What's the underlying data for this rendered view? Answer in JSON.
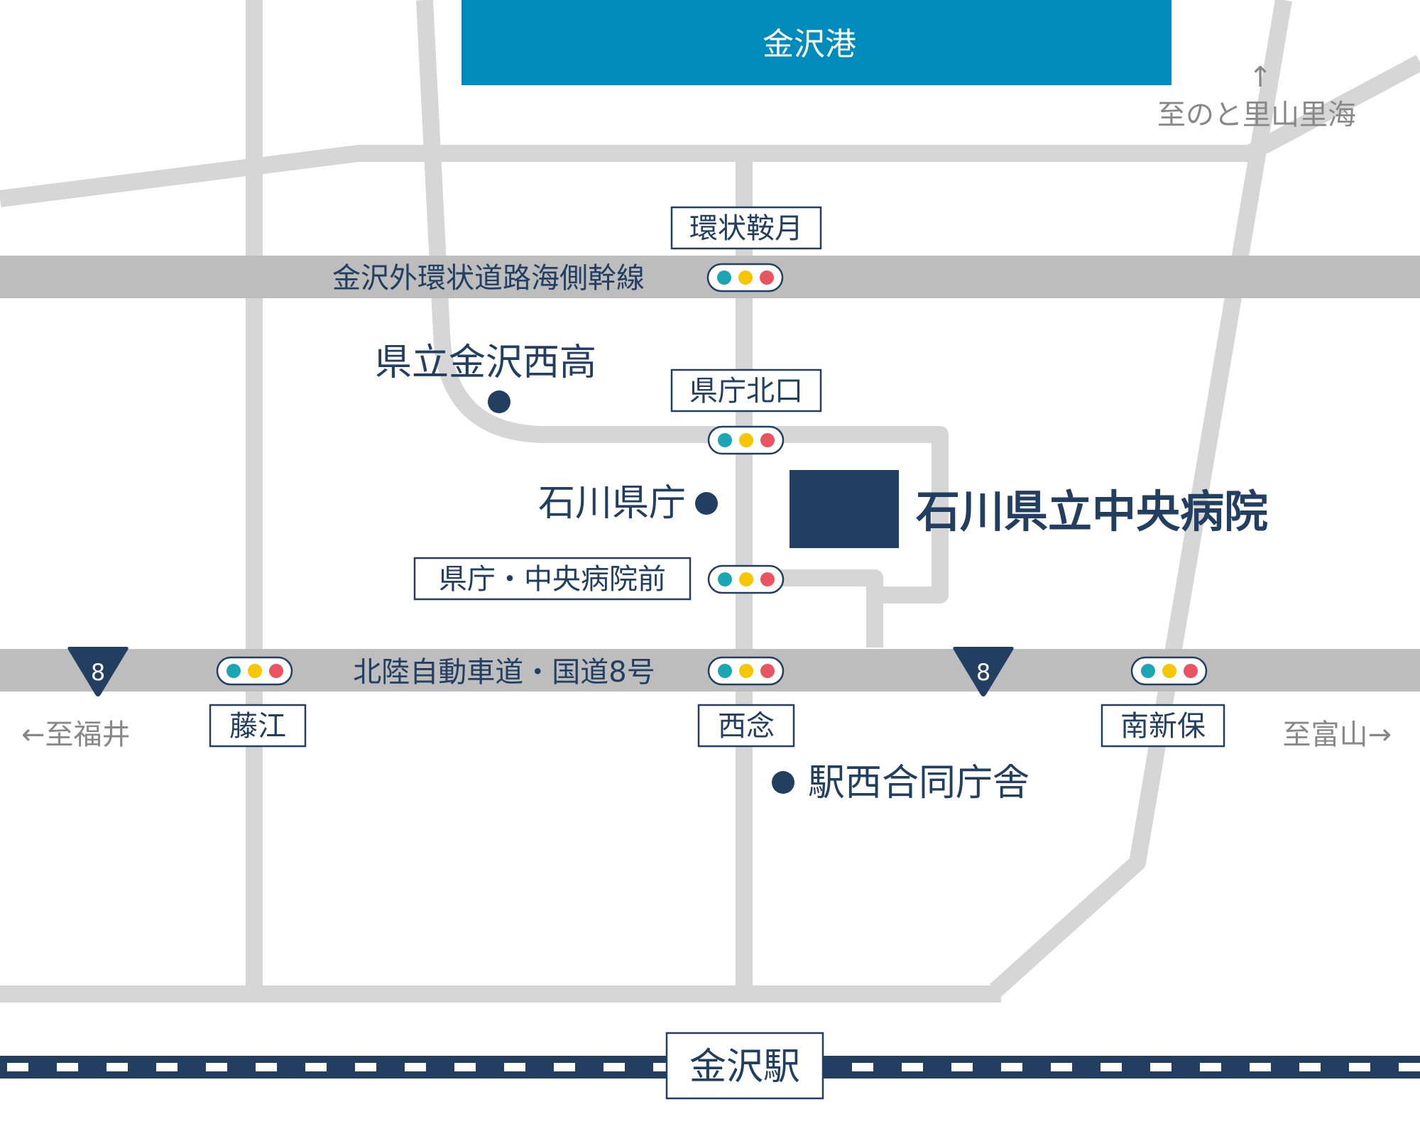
{
  "colors": {
    "navy": "#223e60",
    "minor_road": "#d6d6d6",
    "major_road": "#bdbdbd",
    "port_blue": "#008bbd",
    "gray_text": "#888888",
    "signal_teal": "#1aa6b4",
    "signal_yellow": "#f6c700",
    "signal_red": "#ea5460"
  },
  "port": {
    "label": "金沢港"
  },
  "roads": {
    "outer_ring": "金沢外環状道路海側幹線",
    "route8": "北陸自動車道・国道8号",
    "route_number": "8"
  },
  "directions": {
    "noto": "至のと里山里海",
    "noto_arrow": "↑",
    "fukui": "←至福井",
    "toyama": "至富山→"
  },
  "intersections": {
    "kanjo_tsukimi": "環状鞍月",
    "kencho_kitaguchi": "県庁北口",
    "kencho_hospital_mae": "県庁・中央病院前",
    "fujie": "藤江",
    "sainen": "西念",
    "minami_shinbo": "南新保"
  },
  "landmarks": {
    "nishi_high": "県立金沢西高",
    "prefectural_office": "石川県庁",
    "joint_office": "駅西合同庁舎"
  },
  "hospital": {
    "label": "石川県立中央病院"
  },
  "station": {
    "label": "金沢駅"
  }
}
